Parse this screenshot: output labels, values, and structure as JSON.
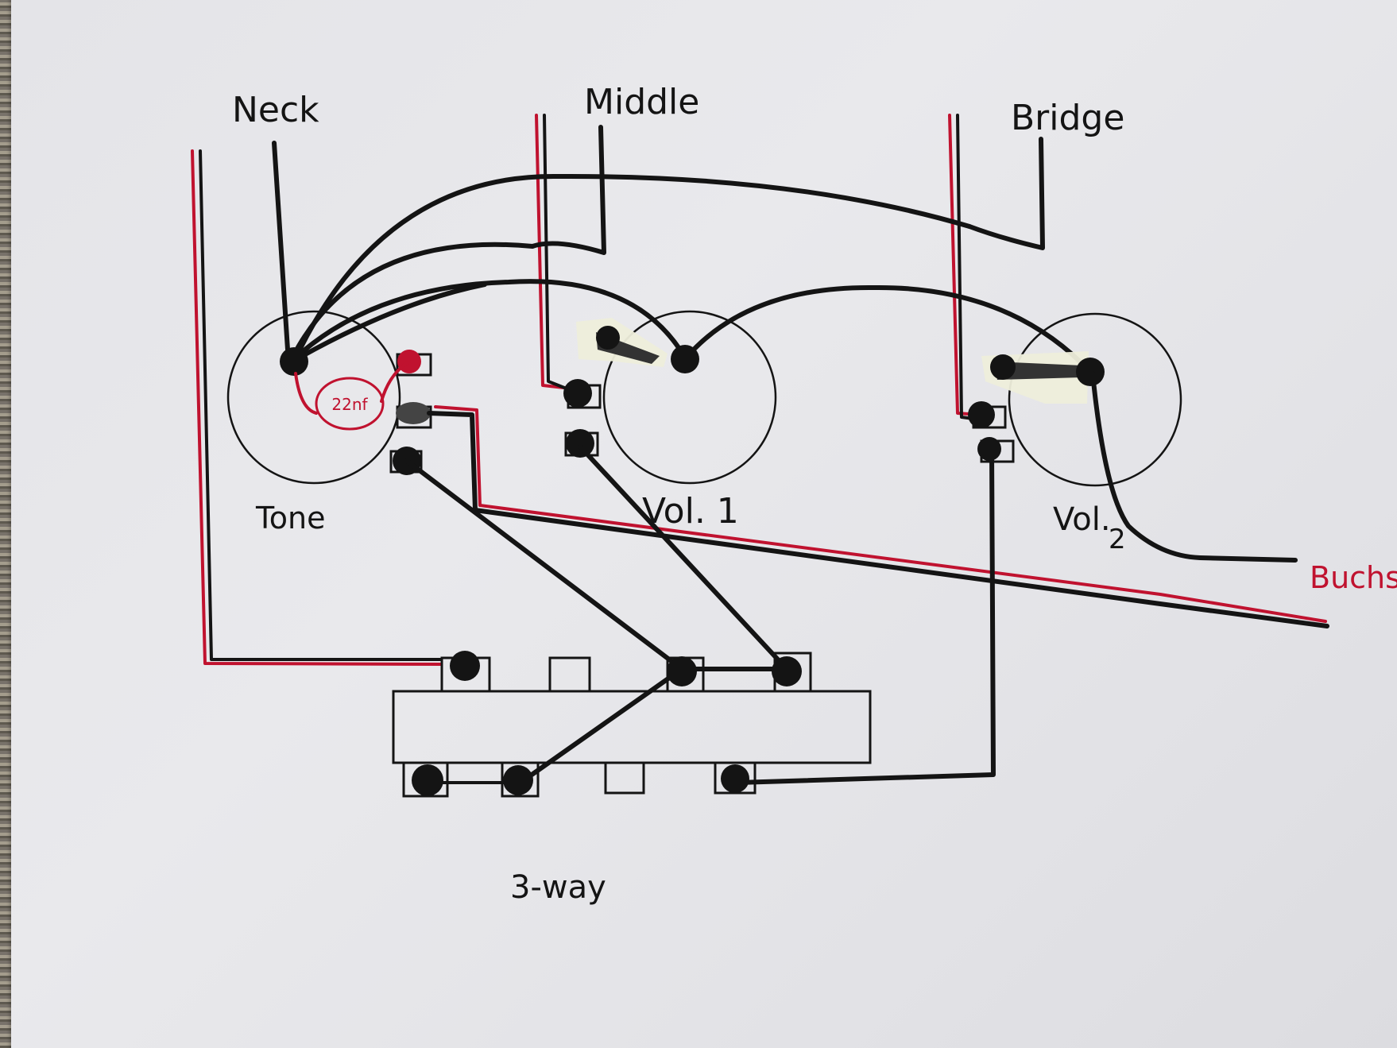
{
  "labels": {
    "neck": "Neck",
    "middle": "Middle",
    "bridge": "Bridge",
    "tone": "Tone",
    "vol1": "Vol. 1",
    "vol2_main": "Vol.",
    "vol2_sub": "2",
    "buchse": "Buchs",
    "capacitor": "22nf",
    "switch": "3-way"
  },
  "colors": {
    "ink": "#141414",
    "red_wire": "#c0122f",
    "paper": "#e6e6ea"
  }
}
